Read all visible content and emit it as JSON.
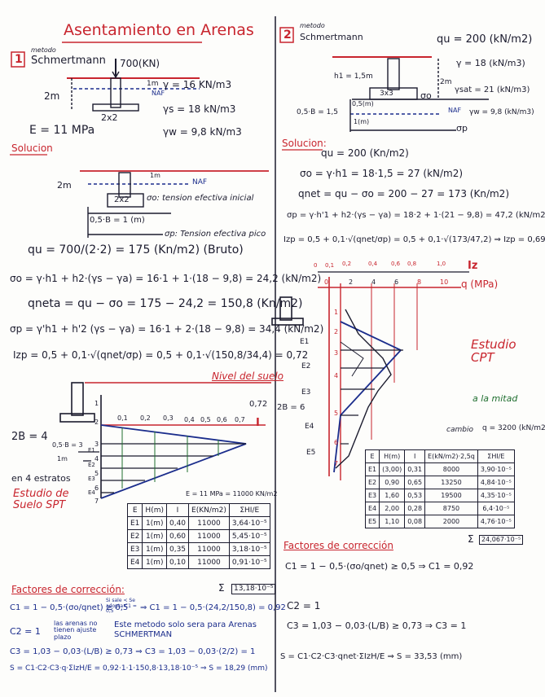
{
  "title": "Asentamiento en Arenas",
  "left": {
    "problem_number": "1",
    "method_label": "metodo",
    "method_name": "Schmertmann",
    "load": "700(KN)",
    "depth_label": "2m",
    "naf_depth": "1m",
    "naf": "NAF",
    "footing": "2x2",
    "gamma": "γ = 16 KN/m3",
    "gamma_sat": "γs = 18 kN/m3",
    "gamma_w": "γw = 9,8 kN/m3",
    "E": "E = 11 MPa",
    "solution": "Solucion",
    "fig2": {
      "depth": "2m",
      "naf_depth": "1m",
      "naf": "NAF",
      "footing": "2x2",
      "sigma0_label": "σo: tension efectiva inicial",
      "half_b": "0,5·B = 1 (m)",
      "sigmap_label": "σp: Tension efectiva pico"
    },
    "eq_qu": "qu = 700/(2·2) = 175 (Kn/m2)   (Bruto)",
    "eq_sigma0": "σo = γ·h1 + h2·(γs − γa) = 16·1 + 1·(18 − 9,8) = 24,2 (kN/m2)",
    "eq_qneta": "qneta = qu − σo = 175 − 24,2 = 150,8 (Kn/m2)",
    "eq_sigmap": "σp = γ'h1 + h'2 (γs − γa) = 16·1 + 2·(18 − 9,8) = 34,4 (kN/m2)",
    "eq_Izp": "Izp = 0,5 + 0,1·√(qnet/σp) = 0,5 + 0,1·√(150,8/34,4) = 0,72",
    "profile": {
      "level_label": "Nivel del suelo",
      "iz_ticks": [
        "0,1",
        "0,2",
        "0,3",
        "0,4",
        "0,5",
        "0,6",
        "0,7"
      ],
      "iz_peak": "0,72",
      "iz_axis": "I",
      "depth_ticks": [
        "1",
        "2",
        "3",
        "4",
        "5",
        "6",
        "7"
      ],
      "strata": [
        "E1",
        "E2",
        "E3",
        "E4"
      ],
      "twoB": "2B = 4",
      "half_b": "0,5·B = 3",
      "half_b_depth": "1m",
      "strata_note": "en 4 estratos",
      "study": "Estudio de Suelo SPT",
      "E_note": "E = 11 MPa = 11000 KN/m2"
    },
    "table": {
      "headers": [
        "E",
        "H(m)",
        "I",
        "E(KN/m2)",
        "ΣHI/E"
      ],
      "rows": [
        [
          "E1",
          "1(m)",
          "0,40",
          "11000",
          "3,64·10⁻⁵"
        ],
        [
          "E2",
          "1(m)",
          "0,60",
          "11000",
          "5,45·10⁻⁵"
        ],
        [
          "E3",
          "1(m)",
          "0,35",
          "11000",
          "3,18·10⁻⁵"
        ],
        [
          "E4",
          "1(m)",
          "0,10",
          "11000",
          "0,91·10⁻⁵"
        ]
      ],
      "sum_label": "Σ",
      "sum": "13,18·10⁻⁵"
    },
    "factors_title": "Factores de corrección:",
    "c1_a": "C1 = 1 − 0,5·(σo/qnet) ≥ 0,5",
    "c1_note": "Si sale < Se adopta C1 = 0,5",
    "c1_b": "⇒ C1 = 1 − 0,5·(24,2/150,8) = 0,92",
    "c2": "C2 = 1",
    "c2_note": "las arenas no tienen ajuste plazo",
    "c2_method": "Este metodo solo sera para Arenas SCHMERTMAN",
    "c3": "C3 = 1,03 − 0,03·(L/B) ≥ 0,73  ⇒  C3 = 1,03 − 0,03·(2/2) = 1",
    "settlement": "S = C1·C2·C3·q·ΣIzH/E = 0,92·1·1·150,8·13,18·10⁻⁵  ⇒  S = 18,29 (mm)"
  },
  "right": {
    "problem_number": "2",
    "method_label": "metodo",
    "method_name": "Schmertmann",
    "qu": "qu = 200 (kN/m2)",
    "h1": "h1 = 1,5m",
    "depth_label": "2m",
    "footing": "3x3",
    "sigma0_sym": "σo",
    "half_b": "0,5·B = 1,5",
    "half_b_small": "0,5(m)",
    "one_m": "1(m)",
    "naf": "NAF",
    "sigmap_sym": "σp",
    "gamma": "γ = 18 (kN/m3)",
    "gamma_sat": "γsat = 21 (kN/m3)",
    "gamma_w": "γw = 9,8 (kN/m3)",
    "solution": "Solucion:",
    "eq_qu": "qu = 200 (Kn/m2)",
    "eq_sigma0": "σo = γ·h1 = 18·1,5 = 27 (kN/m2)",
    "eq_qnet": "qnet = qu − σo = 200 − 27 = 173 (Kn/m2)",
    "eq_sigmap": "σp = γ·h'1 + h2·(γs − γa) = 18·2 + 1·(21 − 9,8) = 47,2 (kN/m2)",
    "eq_Izp": "Izp = 0,5 + 0,1·√(qnet/σp) = 0,5 + 0,1·√(173/47,2)  ⇒  Izp = 0,69",
    "profile": {
      "iz_ticks": [
        "0",
        "0,1",
        "0,2",
        "0,4",
        "0,6",
        "0,8",
        "1,0"
      ],
      "iz_axis": "Iz",
      "q_ticks": [
        "0",
        "2",
        "4",
        "6",
        "8",
        "10"
      ],
      "q_axis": "q (MPa)",
      "depth_ticks": [
        "1",
        "2",
        "3",
        "4",
        "5",
        "6",
        "7"
      ],
      "strata": [
        "E1",
        "E2",
        "E3",
        "E4",
        "E5"
      ],
      "twoB": "2B = 6",
      "cpt": "Estudio CPT",
      "half": "a la mitad",
      "cambio": "cambio",
      "q_note": "q = 3200 (kN/m2)"
    },
    "table": {
      "headers": [
        "E",
        "H(m)",
        "I",
        "E(kN/m2)·2,5q",
        "ΣHI/E"
      ],
      "rows": [
        [
          "E1",
          "(3,00)",
          "0,31",
          "8000",
          "3,90·10⁻⁵"
        ],
        [
          "E2",
          "0,90",
          "0,65",
          "13250",
          "4,84·10⁻⁵"
        ],
        [
          "E3",
          "1,60",
          "0,53",
          "19500",
          "4,35·10⁻⁵"
        ],
        [
          "E4",
          "2,00",
          "0,28",
          "8750",
          "6,4·10⁻⁵"
        ],
        [
          "E5",
          "1,10",
          "0,08",
          "2000",
          "4,76·10⁻⁵"
        ]
      ],
      "sum_label": "Σ",
      "sum": "24,067·10⁻⁵"
    },
    "factors_title": "Factores de corrección",
    "c1": "C1 = 1 − 0,5·(σo/qnet) ≥ 0,5  ⇒  C1 = 0,92",
    "c2": "C2 = 1",
    "c3": "C3 = 1,03 − 0,03·(L/B) ≥ 0,73  ⇒  C3 = 1",
    "settlement": "S = C1·C2·C3·qnet·ΣIzH/E  ⇒  S = 33,53 (mm)"
  }
}
